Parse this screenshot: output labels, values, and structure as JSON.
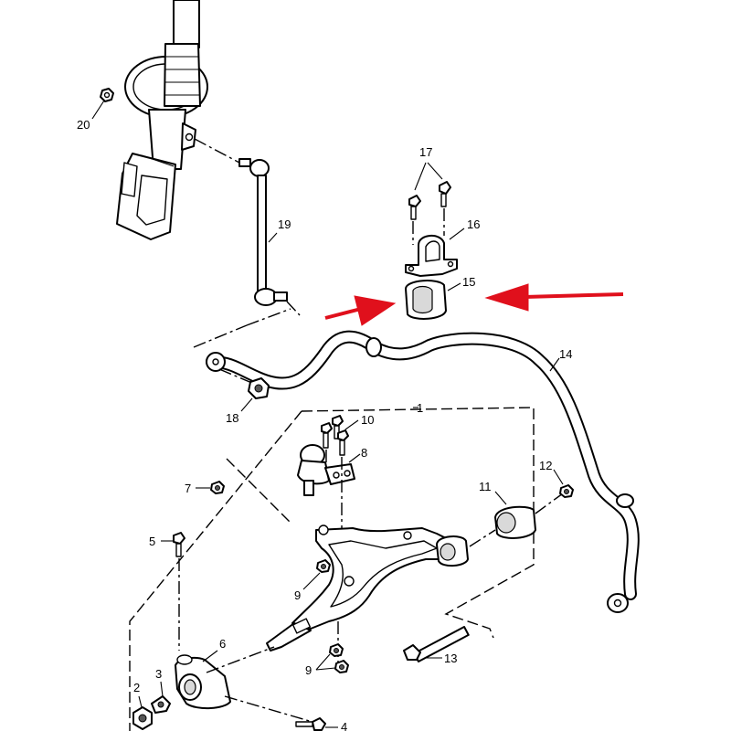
{
  "callouts": {
    "c1": "1",
    "c2": "2",
    "c3": "3",
    "c4": "4",
    "c5": "5",
    "c6": "6",
    "c7": "7",
    "c8": "8",
    "c9a": "9",
    "c9b": "9",
    "c10": "10",
    "c11": "11",
    "c12": "12",
    "c13": "13",
    "c14": "14",
    "c15": "15",
    "c16": "16",
    "c17": "17",
    "c18": "18",
    "c19": "19",
    "c20": "20"
  },
  "highlight": {
    "arrow_color": "#e0101c",
    "target_part": "15"
  },
  "icons": {
    "arrow_left": "red-arrow-left-icon",
    "arrow_right": "red-arrow-right-icon"
  }
}
